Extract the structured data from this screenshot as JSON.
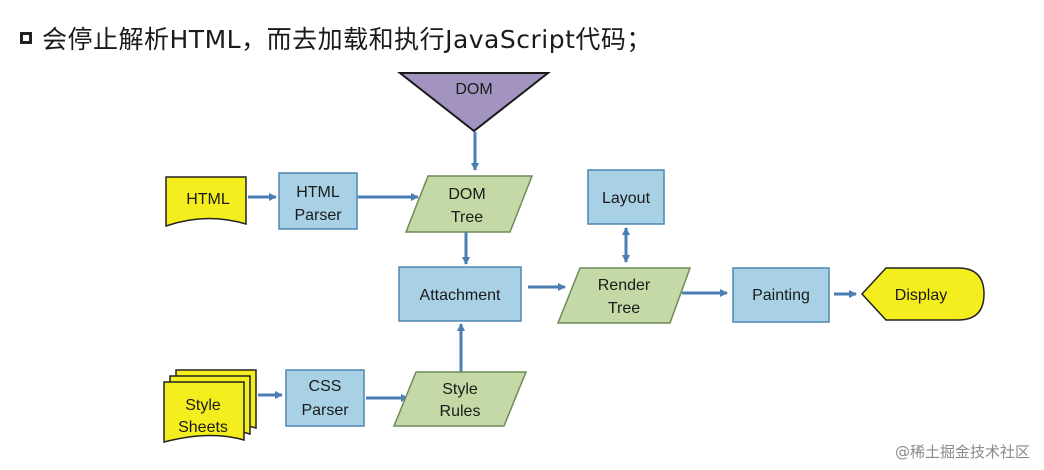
{
  "heading": {
    "text": "会停止解析HTML，而去加载和执行JavaScript代码；"
  },
  "colors": {
    "process_fill": "#a9d1e6",
    "process_stroke": "#4e86b1",
    "data_fill": "#c4d9a6",
    "data_stroke": "#6f8a5a",
    "doc_fill": "#f5ee1e",
    "doc_stroke": "#222222",
    "dom_fill": "#a293c0",
    "arrow": "#4a7eb5"
  },
  "diagram": {
    "dom": "DOM",
    "html_doc": "HTML",
    "html_parser": [
      "HTML",
      "Parser"
    ],
    "dom_tree": [
      "DOM",
      "Tree"
    ],
    "layout": "Layout",
    "attachment": "Attachment",
    "render_tree": [
      "Render",
      "Tree"
    ],
    "painting": "Painting",
    "display": "Display",
    "style_sheets": [
      "Style",
      "Sheets"
    ],
    "css_parser": [
      "CSS",
      "Parser"
    ],
    "style_rules": [
      "Style",
      "Rules"
    ]
  },
  "watermark": "@稀土掘金技术社区"
}
